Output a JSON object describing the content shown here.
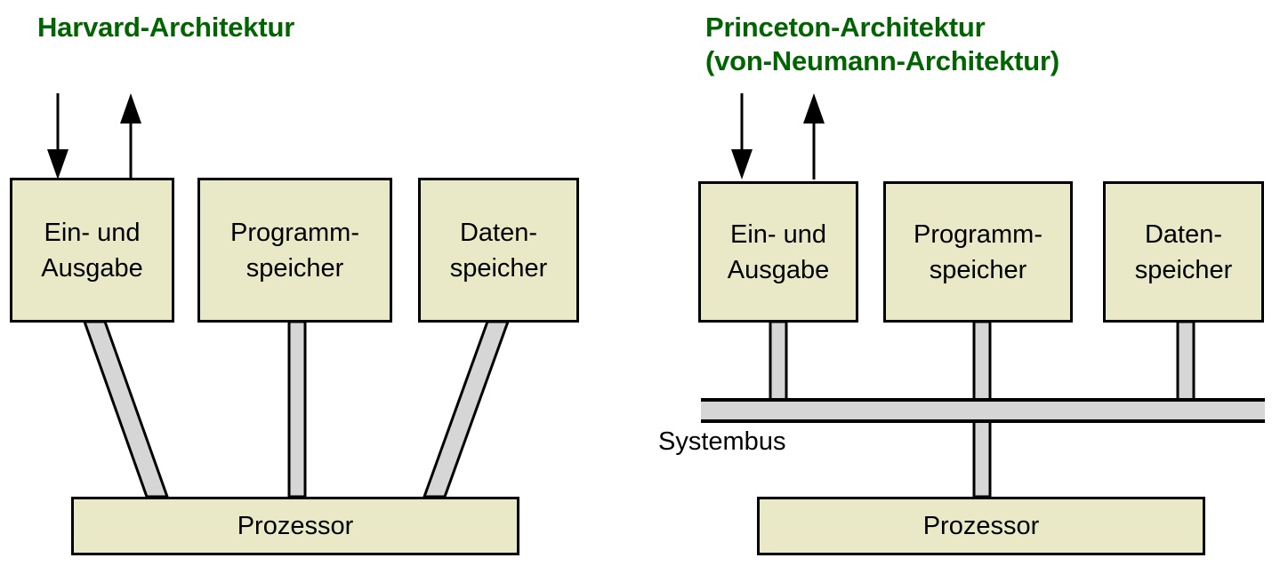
{
  "diagram": {
    "background_color": "#ffffff",
    "box_fill_color": "#E9E9C8",
    "box_border_color": "#000000",
    "bus_fill_color": "#D6D6D6",
    "title_color": "#006400",
    "text_color": "#000000"
  },
  "left": {
    "title": "Harvard-Architektur",
    "boxes": {
      "io": {
        "line1": "Ein- und",
        "line2": "Ausgabe"
      },
      "program_memory": {
        "line1": "Programm-",
        "line2": "speicher"
      },
      "data_memory": {
        "line1": "Daten-",
        "line2": "speicher"
      },
      "processor": {
        "label": "Prozessor"
      }
    },
    "arrows": {
      "input_arrow": "arrow-down",
      "output_arrow": "arrow-up"
    }
  },
  "right": {
    "title_line1": "Princeton-Architektur",
    "title_line2": "(von-Neumann-Architektur)",
    "boxes": {
      "io": {
        "line1": "Ein- und",
        "line2": "Ausgabe"
      },
      "program_memory": {
        "line1": "Programm-",
        "line2": "speicher"
      },
      "data_memory": {
        "line1": "Daten-",
        "line2": "speicher"
      },
      "processor": {
        "label": "Prozessor"
      }
    },
    "bus": {
      "label": "Systembus"
    },
    "arrows": {
      "input_arrow": "arrow-down",
      "output_arrow": "arrow-up"
    }
  }
}
